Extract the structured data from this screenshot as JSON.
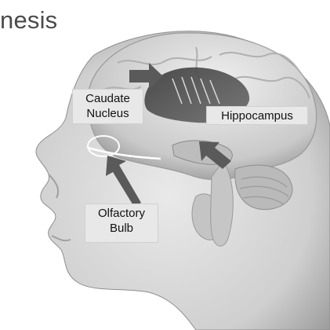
{
  "title_fragment": "nesis",
  "labels": {
    "caudate": [
      "Caudate",
      "Nucleus"
    ],
    "hippocampus": "Hippocampus",
    "olfactory": [
      "Olfactory",
      "Bulb"
    ]
  },
  "colors": {
    "arrow": "#5a5a5a",
    "label_bg": "#e8e8e8",
    "skin": "#d9d9d9",
    "brain": "#cfcfcf"
  }
}
